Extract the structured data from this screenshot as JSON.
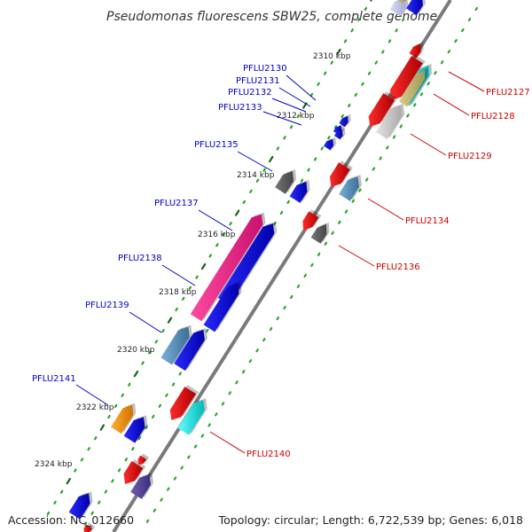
{
  "title": "Pseudomonas fluorescens SBW25, complete genome",
  "footer": {
    "accession": "Accession: NC_012660",
    "stats": "Topology: circular; Length: 6,722,539 bp; Genes: 6,018"
  },
  "kbp_labels": [
    "2310 kbp",
    "2312 kbp",
    "2314 kbp",
    "2316 kbp",
    "2318 kbp",
    "2320 kbp",
    "2322 kbp",
    "2324 kbp"
  ],
  "gene_labels": {
    "forward": [
      "PFLU2130",
      "PFLU2131",
      "PFLU2132",
      "PFLU2133",
      "PFLU2135",
      "PFLU2137",
      "PFLU2138",
      "PFLU2139",
      "PFLU2141"
    ],
    "reverse": [
      "PFLU2127",
      "PFLU2128",
      "PFLU2129",
      "PFLU2134",
      "PFLU2136",
      "PFLU2140"
    ]
  },
  "colors": {
    "forward_label": "#0000cc",
    "reverse_label": "#cc0000",
    "backbone": "#808080",
    "tick_minor": "#22aa22",
    "tick_major": "#116611"
  }
}
